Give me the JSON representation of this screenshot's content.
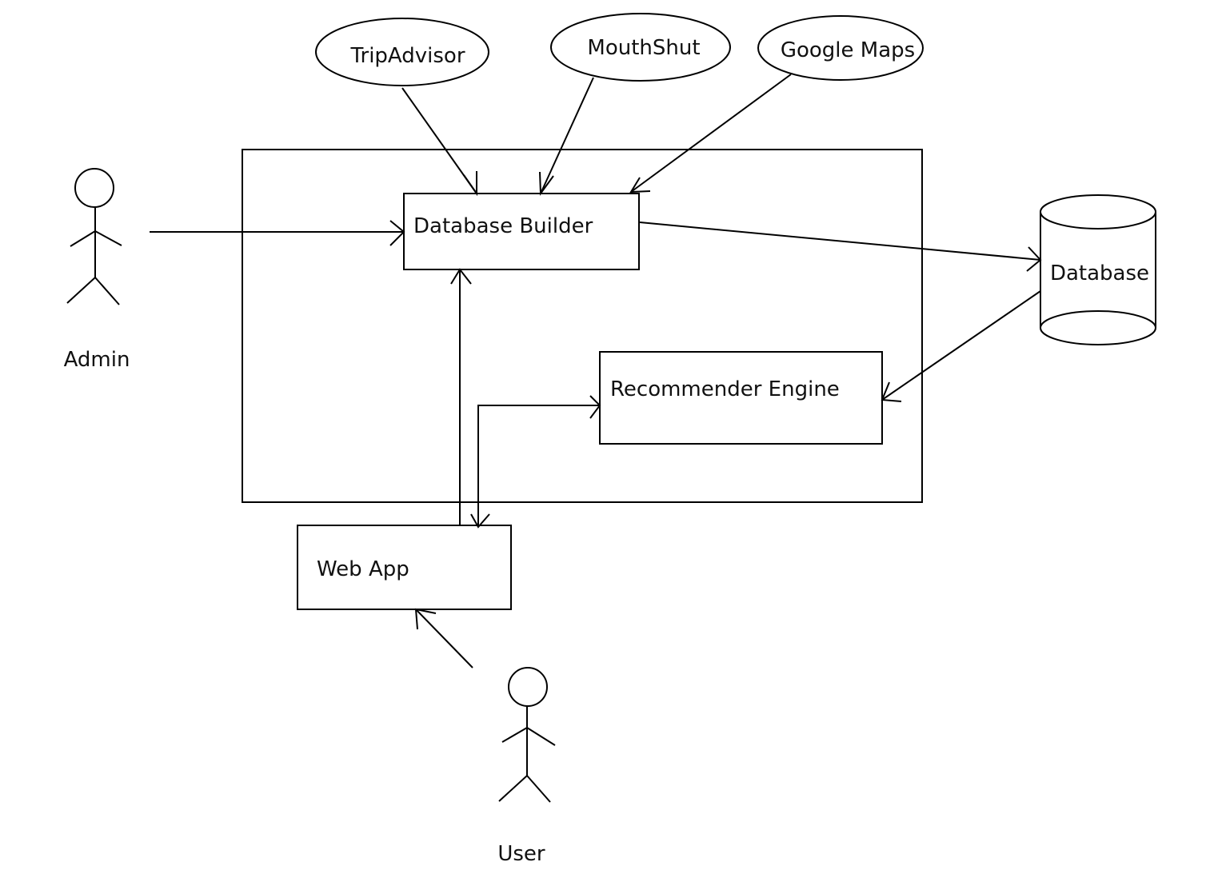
{
  "diagram": {
    "sources": [
      {
        "id": "tripadvisor",
        "label": "TripAdvisor"
      },
      {
        "id": "mouthshut",
        "label": "MouthShut"
      },
      {
        "id": "googlemaps",
        "label": "Google Maps"
      }
    ],
    "components": {
      "database_builder": "Database Builder",
      "recommender_engine": "Recommender Engine",
      "web_app": "Web App"
    },
    "storage": {
      "database": "Database"
    },
    "actors": {
      "admin": "Admin",
      "user": "User"
    },
    "edges": [
      {
        "from": "TripAdvisor",
        "to": "Database Builder"
      },
      {
        "from": "MouthShut",
        "to": "Database Builder"
      },
      {
        "from": "Google Maps",
        "to": "Database Builder"
      },
      {
        "from": "Admin",
        "to": "Database Builder"
      },
      {
        "from": "Database Builder",
        "to": "Database"
      },
      {
        "from": "Database",
        "to": "Recommender Engine"
      },
      {
        "from": "Web App",
        "to": "Database Builder"
      },
      {
        "from": "Web App",
        "to": "Recommender Engine",
        "bidirectional": true
      },
      {
        "from": "User",
        "to": "Web App"
      }
    ]
  }
}
